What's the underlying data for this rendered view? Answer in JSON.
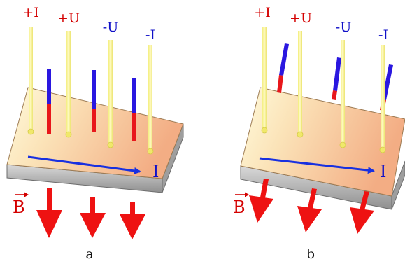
{
  "panels": [
    {
      "caption": "a",
      "terminals": [
        "+I",
        "+U",
        "-U",
        "-I"
      ],
      "current_label": "I",
      "field_label": "B"
    },
    {
      "caption": "b",
      "terminals": [
        "+I",
        "+U",
        "-U",
        "-I"
      ],
      "current_label": "I",
      "field_label": "B"
    }
  ],
  "colors": {
    "positive_red": "#e8171b",
    "negative_blue": "#2a17e0",
    "probe_yellow": "#f5f08a",
    "slab_top_light": "#fff3c4",
    "slab_top_dark": "#f6b88a",
    "slab_side": "#a9a9a9",
    "arrow_red": "#ee1212",
    "current_blue": "#1830e0"
  }
}
